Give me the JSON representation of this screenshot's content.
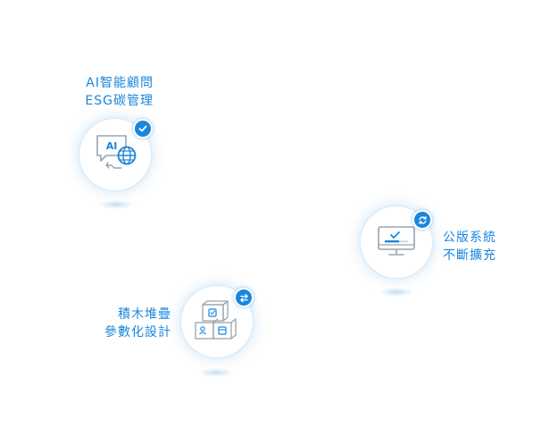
{
  "features": [
    {
      "id": "ai-esg",
      "line1": "AI智能顧問",
      "line2": "ESG碳管理",
      "badge_icon": "check-icon",
      "main_icon": "ai-chat-globe-icon"
    },
    {
      "id": "public-version",
      "line1": "公版系統",
      "line2": "不斷擴充",
      "badge_icon": "refresh-icon",
      "main_icon": "monitor-progress-icon"
    },
    {
      "id": "modular",
      "line1": "積木堆疊",
      "line2": "參數化設計",
      "badge_icon": "swap-arrows-icon",
      "main_icon": "stacked-boxes-icon"
    }
  ],
  "colors": {
    "accent": "#1a86dc",
    "icon_gray": "#9aa3ab",
    "background": "#ffffff"
  }
}
